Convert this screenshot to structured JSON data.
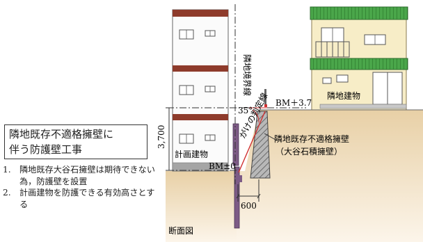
{
  "title": {
    "line1": "隣地既存不適格擁壁に",
    "line2": "伴う防護壁工事"
  },
  "notes": [
    {
      "num": "1.",
      "text": "隣地既存大谷石擁壁は期待できない為，防護壁を設置"
    },
    {
      "num": "2.",
      "text": "計画建物を防護できる有効高さとする"
    }
  ],
  "labels": {
    "boundary": "隣地境界線",
    "angle": "35°",
    "judgment": "がけの判定線",
    "bm_top": "BM＋3.7",
    "bm_zero": "BM±0",
    "height_dim": "3,700",
    "width_dim": "600",
    "planned_building": "計画建物",
    "neighbor_building": "隣地建物",
    "wall_line1": "隣地既存不適格擁壁",
    "wall_line2": "（大谷石積擁壁）",
    "section": "断面図"
  },
  "colors": {
    "ground_top": "#e7cfa4",
    "ground_bottom": "#fbf3e6",
    "roof_brown": "#8e3b2b",
    "neighbor_roof": "#3f9a3f",
    "neighbor_wall": "#f7edc7",
    "pile": "#7d5b86",
    "wall": "#9a9a9a",
    "guide_red": "#d03030"
  }
}
